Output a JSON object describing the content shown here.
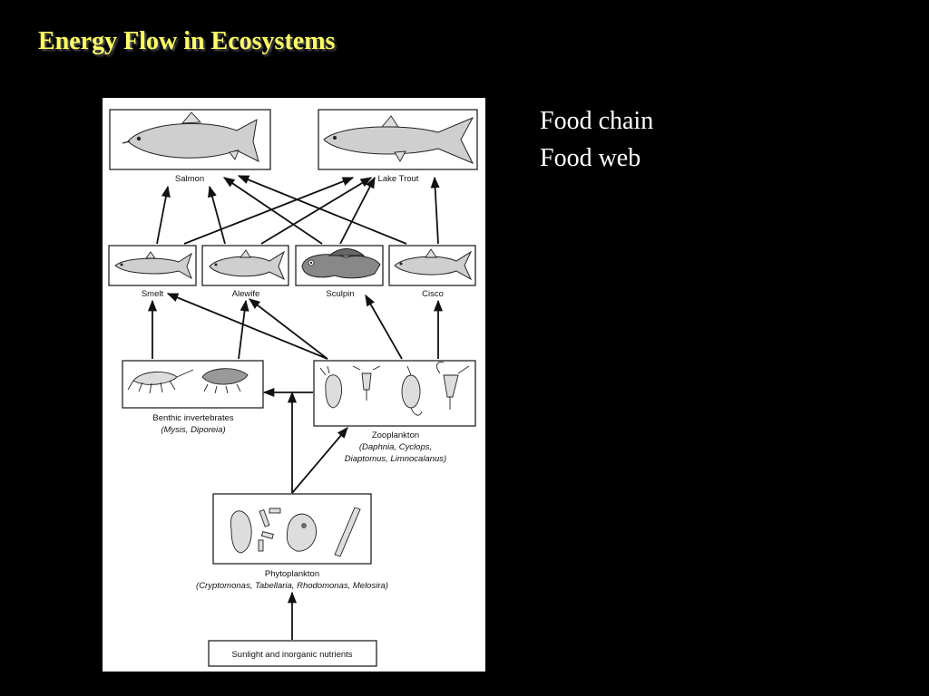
{
  "slide": {
    "title": "Energy Flow in Ecosystems",
    "bullets": [
      "Food chain",
      "Food web"
    ]
  },
  "diagram": {
    "nodes": {
      "salmon": "Salmon",
      "lake_trout": "Lake Trout",
      "smelt": "Smelt",
      "alewife": "Alewife",
      "sculpin": "Sculpin",
      "cisco": "Cisco",
      "benthic_name": "Benthic invertebrates",
      "benthic_species": "(Mysis, Diporeia)",
      "zoo_name": "Zooplankton",
      "zoo_species_1": "(Daphnia, Cyclops,",
      "zoo_species_2": "Diaptomus, Limnocalanus)",
      "phyto_name": "Phytoplankton",
      "phyto_species": "(Cryptomonas, Tabellaria, Rhodomonas, Melosira)",
      "sunlight": "Sunlight and inorganic nutrients"
    },
    "edges": [
      [
        "sunlight",
        "phytoplankton"
      ],
      [
        "phytoplankton",
        "zooplankton"
      ],
      [
        "phytoplankton",
        "benthic"
      ],
      [
        "zooplankton",
        "benthic"
      ],
      [
        "benthic",
        "smelt"
      ],
      [
        "benthic",
        "alewife"
      ],
      [
        "zooplankton",
        "smelt"
      ],
      [
        "zooplankton",
        "alewife"
      ],
      [
        "zooplankton",
        "sculpin"
      ],
      [
        "zooplankton",
        "cisco"
      ],
      [
        "smelt",
        "salmon"
      ],
      [
        "smelt",
        "lake_trout"
      ],
      [
        "alewife",
        "salmon"
      ],
      [
        "alewife",
        "lake_trout"
      ],
      [
        "sculpin",
        "salmon"
      ],
      [
        "sculpin",
        "lake_trout"
      ],
      [
        "cisco",
        "salmon"
      ],
      [
        "cisco",
        "lake_trout"
      ]
    ]
  }
}
